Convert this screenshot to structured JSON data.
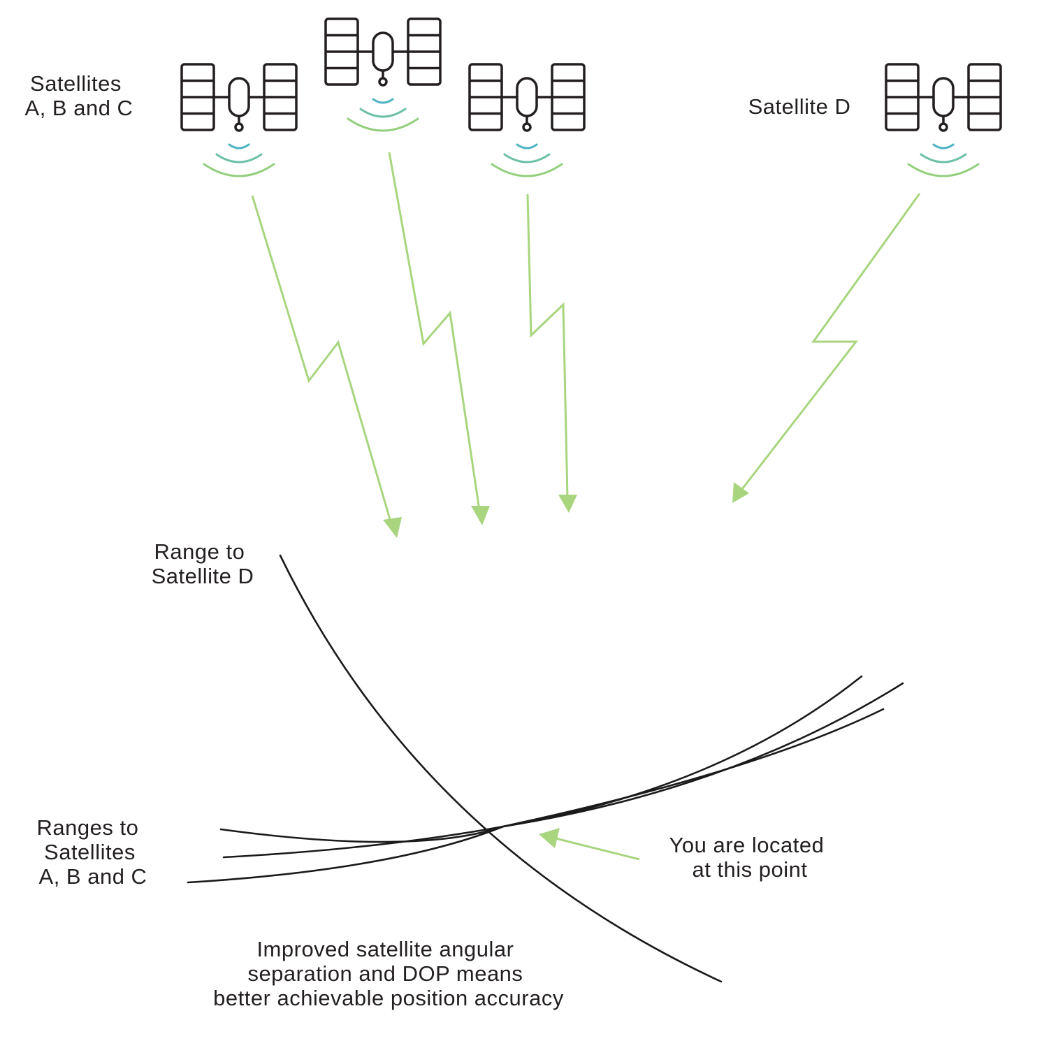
{
  "labels": {
    "satellites_abc_line1": "Satellites",
    "satellites_abc_line2": "A, B and C",
    "satellite_d": "Satellite D",
    "range_d_line1": "Range to",
    "range_d_line2": "Satellite D",
    "ranges_abc_line1": "Ranges to",
    "ranges_abc_line2": "Satellites",
    "ranges_abc_line3": "A, B and C",
    "location_line1": "You are located",
    "location_line2": "at this point",
    "caption_line1": "Improved satellite angular",
    "caption_line2": "separation and DOP means",
    "caption_line3": "better achievable position accuracy"
  },
  "icons": {
    "satellite": "satellite-icon",
    "signal_waves": "signal-waves-icon",
    "signal_path": "zigzag-signal-arrow-icon"
  },
  "colors": {
    "ink": "#231f20",
    "signal_green": "#a8d57e",
    "wave_teal": "#4fb3c4"
  }
}
